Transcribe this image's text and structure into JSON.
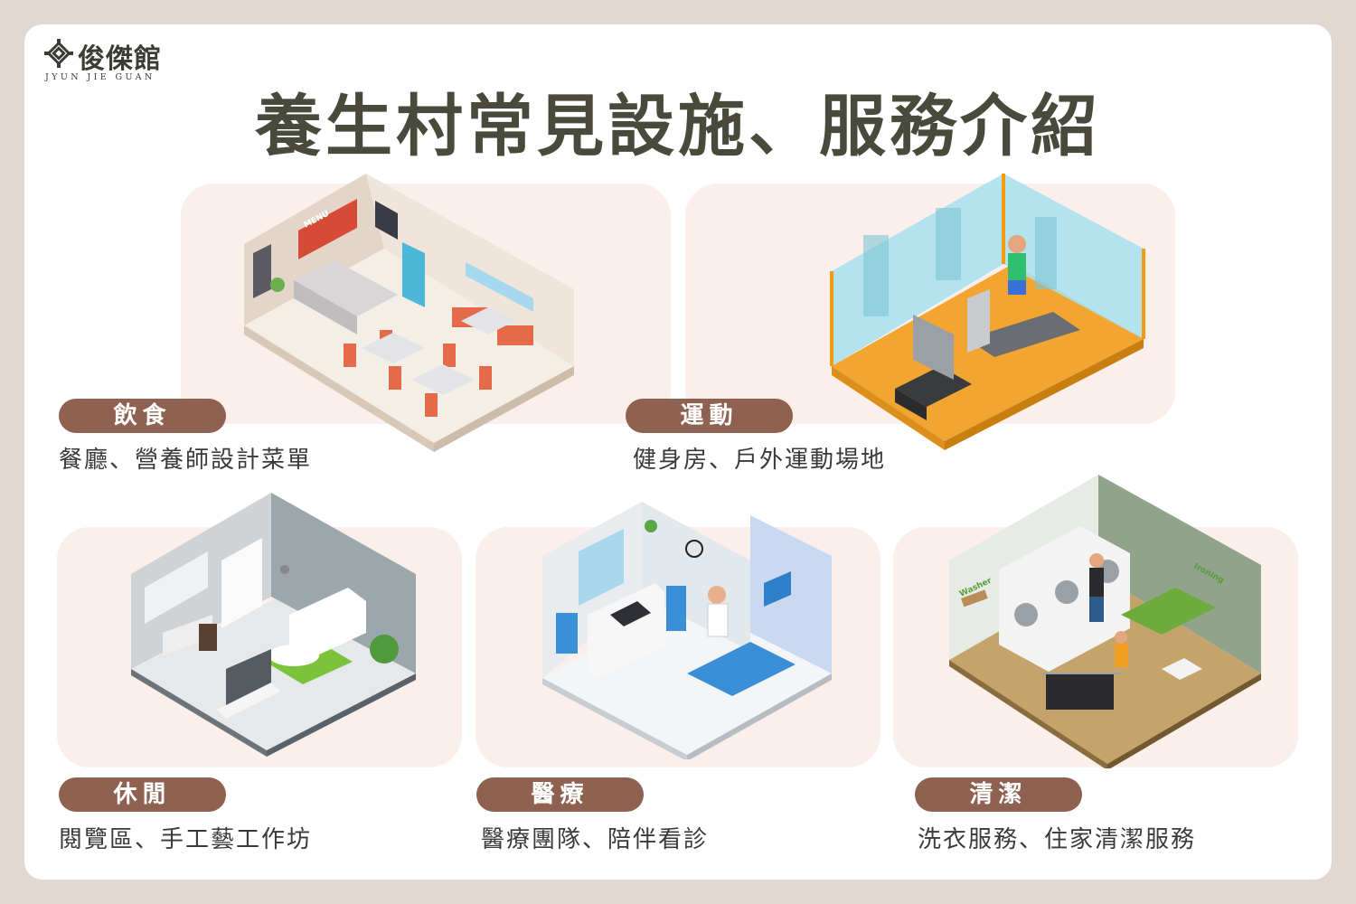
{
  "brand": {
    "name": "俊傑館",
    "subtitle": "JYUN JIE GUAN"
  },
  "title": "養生村常見設施、服務介紹",
  "sections": [
    {
      "label": "飲食",
      "desc": "餐廳、營養師設計菜單",
      "scene_icon": "dining-room-illustration"
    },
    {
      "label": "運動",
      "desc": "健身房、戶外運動場地",
      "scene_icon": "gym-illustration"
    },
    {
      "label": "休閒",
      "desc": "閱覽區、手工藝工作坊",
      "scene_icon": "lounge-illustration"
    },
    {
      "label": "醫療",
      "desc": "醫療團隊、陪伴看診",
      "scene_icon": "clinic-illustration"
    },
    {
      "label": "清潔",
      "desc": "洗衣服務、住家清潔服務",
      "scene_icon": "laundry-illustration"
    }
  ],
  "scene_text": {
    "menu": "MENU",
    "washer": "Washer",
    "ironing": "Ironing"
  },
  "colors": {
    "background": "#e2d8d2",
    "card": "#ffffff",
    "panel": "#fbefeb",
    "pill": "#8e6150",
    "title": "#4a4a3c"
  }
}
